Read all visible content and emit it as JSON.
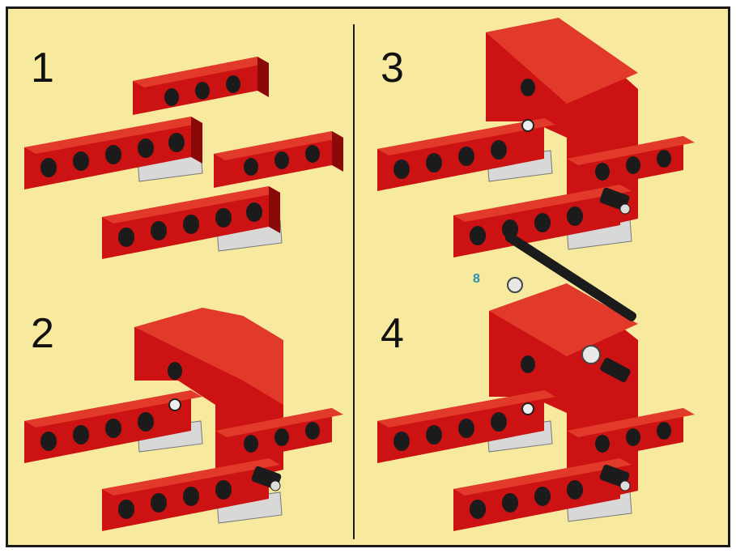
{
  "steps": [
    {
      "number": "1"
    },
    {
      "number": "2"
    },
    {
      "number": "3"
    },
    {
      "number": "4",
      "part_count": "8"
    }
  ],
  "colors": {
    "background": "#f7ea9f",
    "brick_red": "#cc1212",
    "brick_dark": "#8a0a0a",
    "brick_light": "#e23a2a",
    "plate_gray": "#d8d8d8",
    "axle_black": "#1b1b1b",
    "part_count_blue": "#2b8fb0"
  }
}
